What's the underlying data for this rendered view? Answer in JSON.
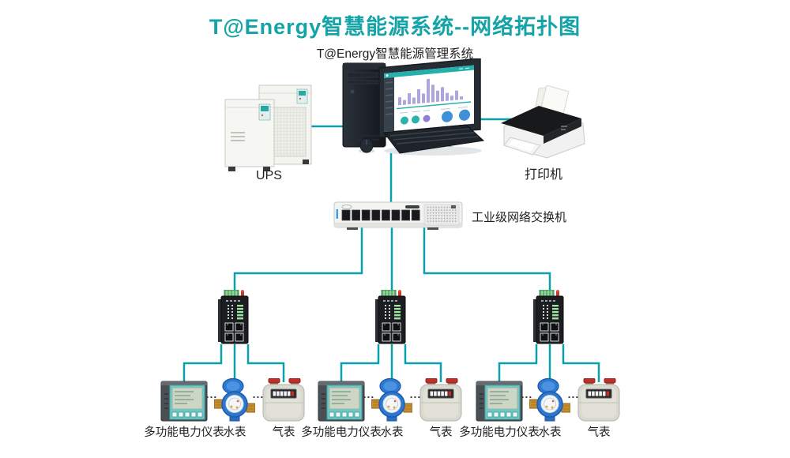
{
  "title": "T@Energy智慧能源系统--网络拓扑图",
  "subtitle": "T@Energy智慧能源管理系统",
  "colors": {
    "accent_teal": "#14a3a6",
    "line_teal": "#0aa0ad",
    "text_dark": "#1f1f1f"
  },
  "nodes": {
    "ups": {
      "label": "UPS"
    },
    "printer": {
      "label": "打印机"
    },
    "switch": {
      "label": "工业级网络交换机"
    }
  },
  "groups": [
    {
      "dots": "...",
      "meters": [
        {
          "label": "多功能电力仪表"
        },
        {
          "label": "水表"
        },
        {
          "label": "气表"
        }
      ]
    },
    {
      "dots": "...",
      "meters": [
        {
          "label": "多功能电力仪表"
        },
        {
          "label": "水表"
        },
        {
          "label": "气表"
        }
      ]
    },
    {
      "dots": "...",
      "meters": [
        {
          "label": "多功能电力仪表"
        },
        {
          "label": "水表"
        },
        {
          "label": "气表"
        }
      ]
    }
  ]
}
